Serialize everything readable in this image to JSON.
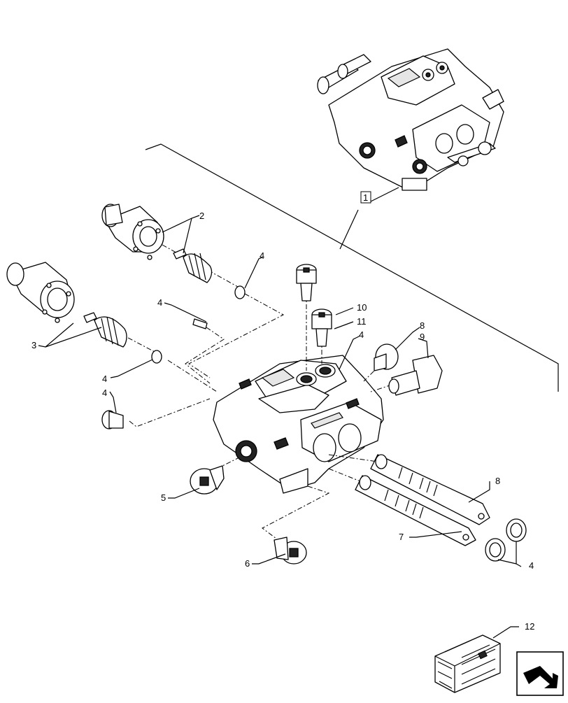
{
  "callouts": {
    "c1": "1",
    "c2": "2",
    "c3": "3",
    "c4a": "4",
    "c4b": "4",
    "c4c": "4",
    "c4d": "4",
    "c4e": "4",
    "c4f": "4",
    "c5": "5",
    "c6": "6",
    "c7": "7",
    "c8a": "8",
    "c8b": "8",
    "c9": "9",
    "c10": "10",
    "c11": "11",
    "c12": "12"
  },
  "icons": {
    "kit_box": "wooden-crate-icon",
    "navigation": "return-arrow-icon"
  }
}
